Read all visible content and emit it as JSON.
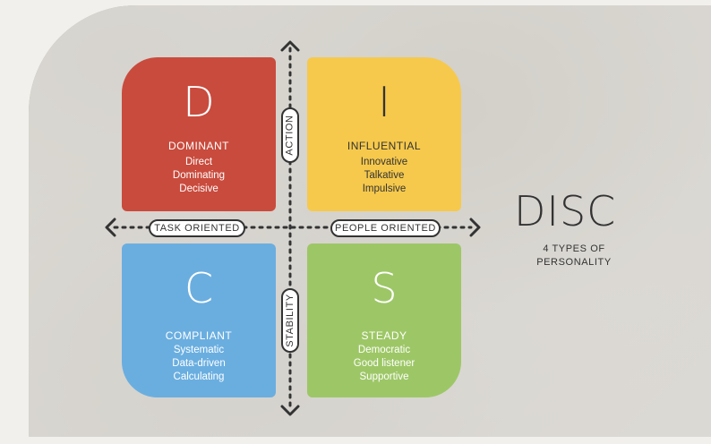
{
  "quadrants": {
    "d": {
      "letter": "D",
      "title": "DOMINANT",
      "traits": [
        "Direct",
        "Dominating",
        "Decisive"
      ],
      "color": "#c94b3d"
    },
    "i": {
      "letter": "I",
      "title": "INFLUENTIAL",
      "traits": [
        "Innovative",
        "Talkative",
        "Impulsive"
      ],
      "color": "#f6c94c"
    },
    "c": {
      "letter": "C",
      "title": "COMPLIANT",
      "traits": [
        "Systematic",
        "Data-driven",
        "Calculating"
      ],
      "color": "#6aaee0"
    },
    "s": {
      "letter": "S",
      "title": "STEADY",
      "traits": [
        "Democratic",
        "Good listener",
        "Supportive"
      ],
      "color": "#9dc766"
    }
  },
  "axes": {
    "left": "TASK ORIENTED",
    "right": "PEOPLE ORIENTED",
    "top": "ACTION",
    "bottom": "STABILITY"
  },
  "heading": {
    "title": "DISC",
    "subtitle_line1": "4 TYPES OF",
    "subtitle_line2": "PERSONALITY"
  }
}
